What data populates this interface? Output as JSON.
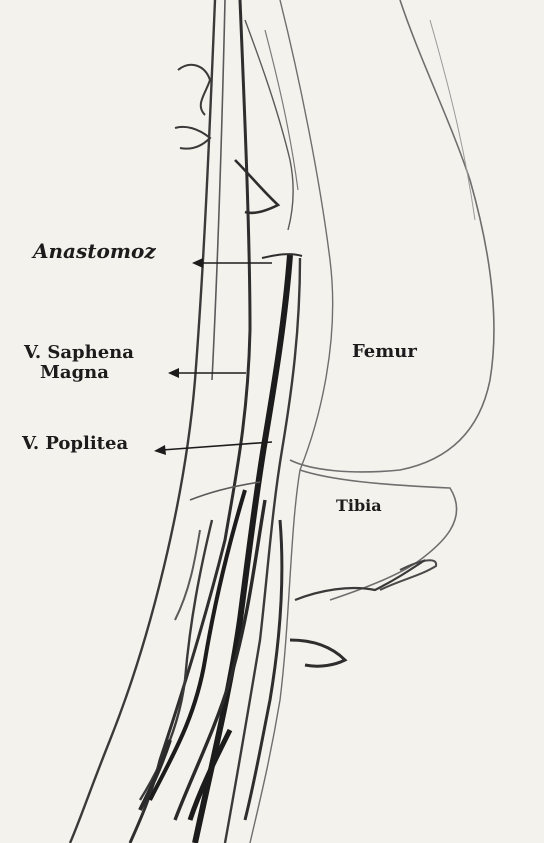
{
  "labels": {
    "anastomosis": "Anastomoz",
    "saphena_line1": "V. Saphena",
    "saphena_line2": "Magna",
    "poplitea": "V. Poplitea",
    "femur": "Femur",
    "tibia": "Tibia"
  },
  "colors": {
    "paper": "#f4f2ec",
    "pencil_dark": "#1c1c1c",
    "pencil_mid": "#4a4a4a",
    "pencil_light": "#8a8a8a"
  }
}
